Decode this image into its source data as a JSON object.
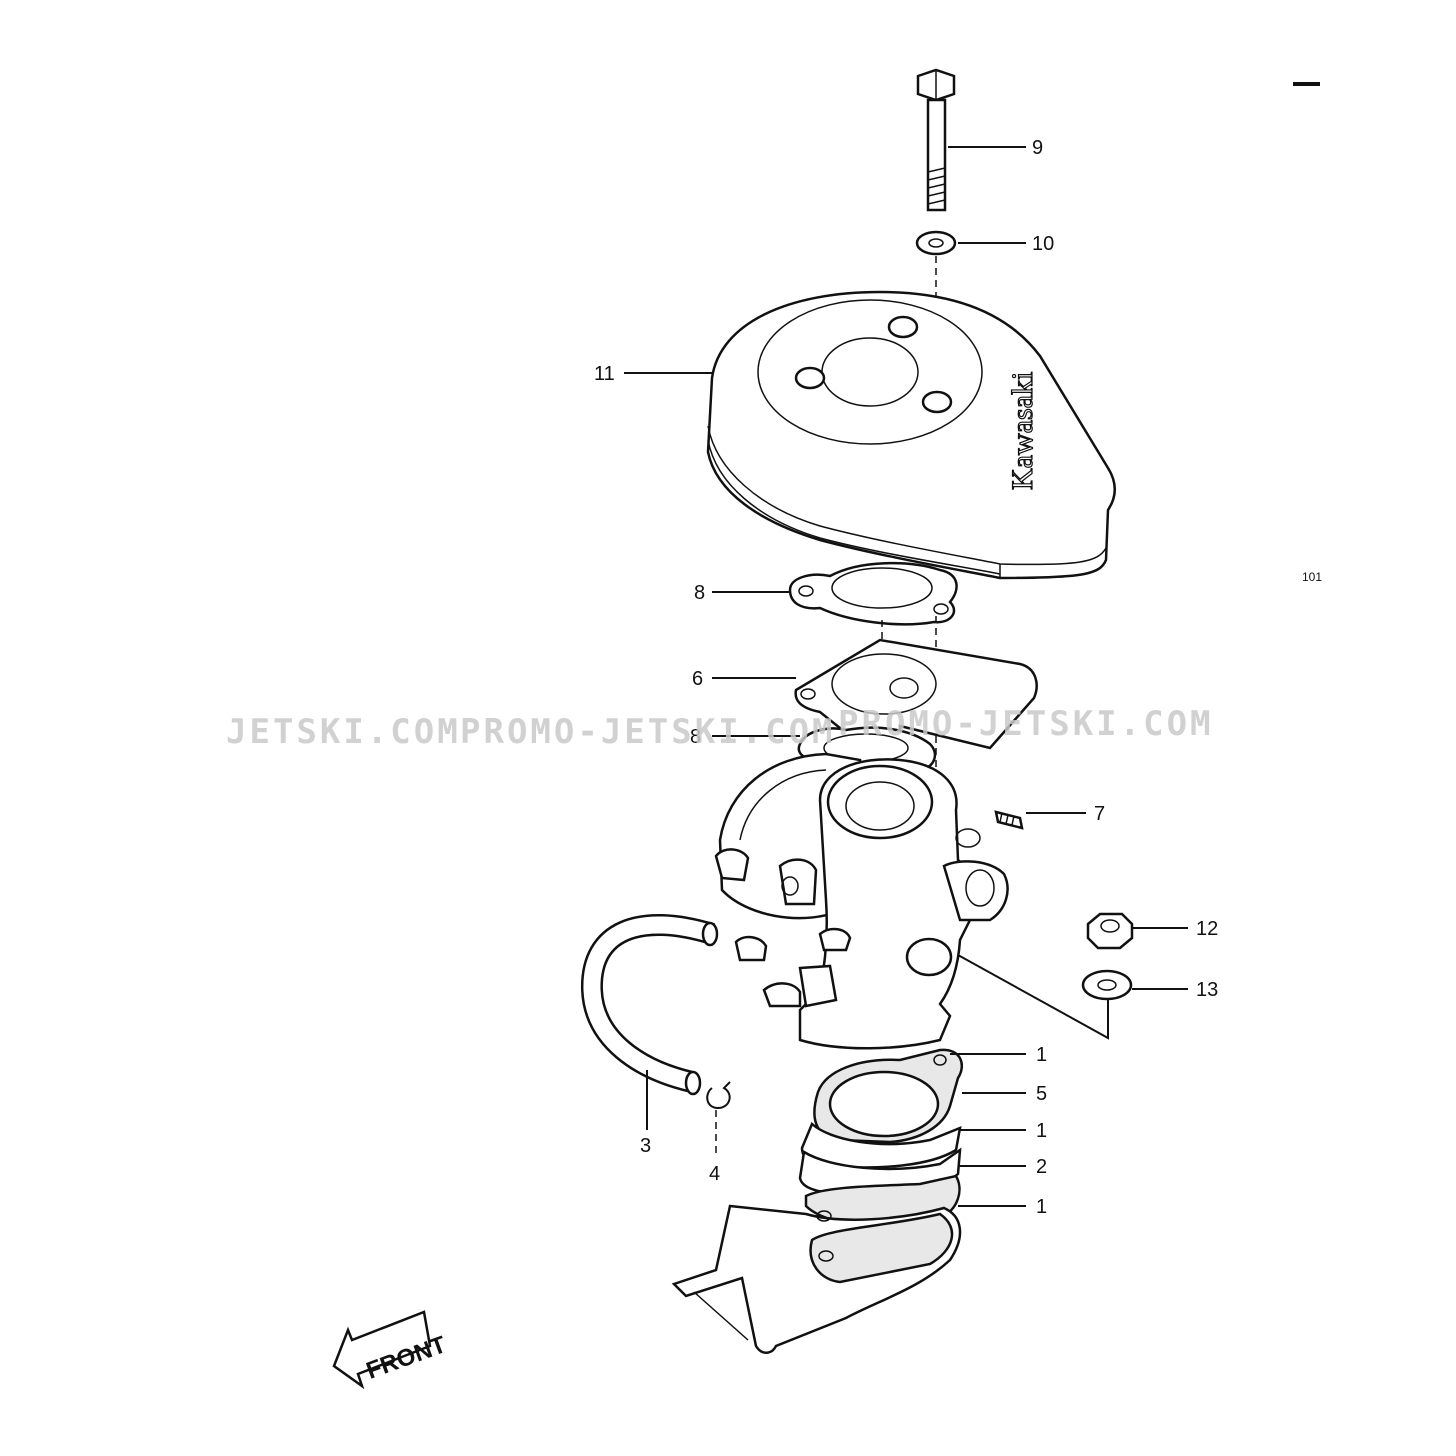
{
  "diagram": {
    "callouts": [
      "9",
      "10",
      "11",
      "8",
      "6",
      "8",
      "7",
      "12",
      "13",
      "1",
      "5",
      "1",
      "2",
      "1",
      "3",
      "4"
    ],
    "page_mark": "101",
    "brand_text": "Kawasaki",
    "front_label": "FRONT",
    "watermarks": [
      "JETSKI.COM",
      "PROMO-JETSKI.COM",
      "PROMO-JETSKI.COM"
    ]
  }
}
